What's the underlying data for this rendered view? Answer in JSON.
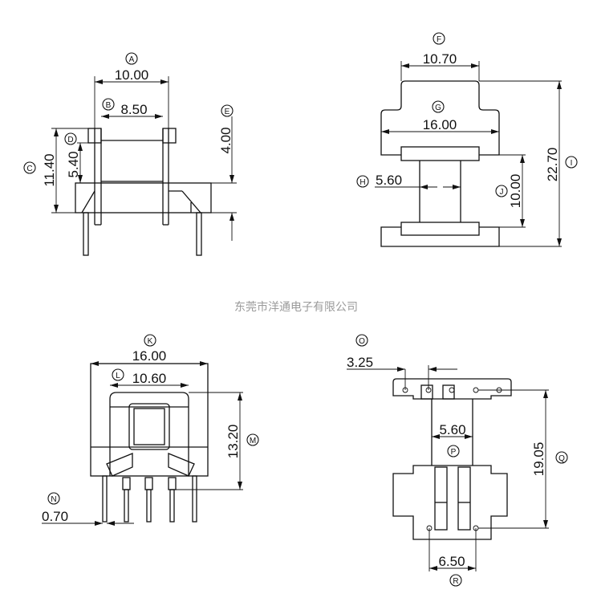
{
  "watermark": "东莞市洋通电子有限公司",
  "dims": {
    "A": {
      "letter": "A",
      "value": "10.00"
    },
    "B": {
      "letter": "B",
      "value": "8.50"
    },
    "C": {
      "letter": "C",
      "value": "11.40"
    },
    "D": {
      "letter": "D",
      "value": "5.40"
    },
    "E": {
      "letter": "E",
      "value": "4.00"
    },
    "F": {
      "letter": "F",
      "value": "10.70"
    },
    "G": {
      "letter": "G",
      "value": "16.00"
    },
    "H": {
      "letter": "H",
      "value": "5.60"
    },
    "I": {
      "letter": "I",
      "value": "22.70"
    },
    "J": {
      "letter": "J",
      "value": "10.00"
    },
    "K": {
      "letter": "K",
      "value": "16.00"
    },
    "L": {
      "letter": "L",
      "value": "10.60"
    },
    "M": {
      "letter": "M",
      "value": "13.20"
    },
    "N": {
      "letter": "N",
      "value": "0.70"
    },
    "O": {
      "letter": "O",
      "value": "3.25"
    },
    "P": {
      "letter": "P",
      "value": "5.60"
    },
    "Q": {
      "letter": "Q",
      "value": "19.05"
    },
    "R": {
      "letter": "R",
      "value": "6.50"
    }
  }
}
